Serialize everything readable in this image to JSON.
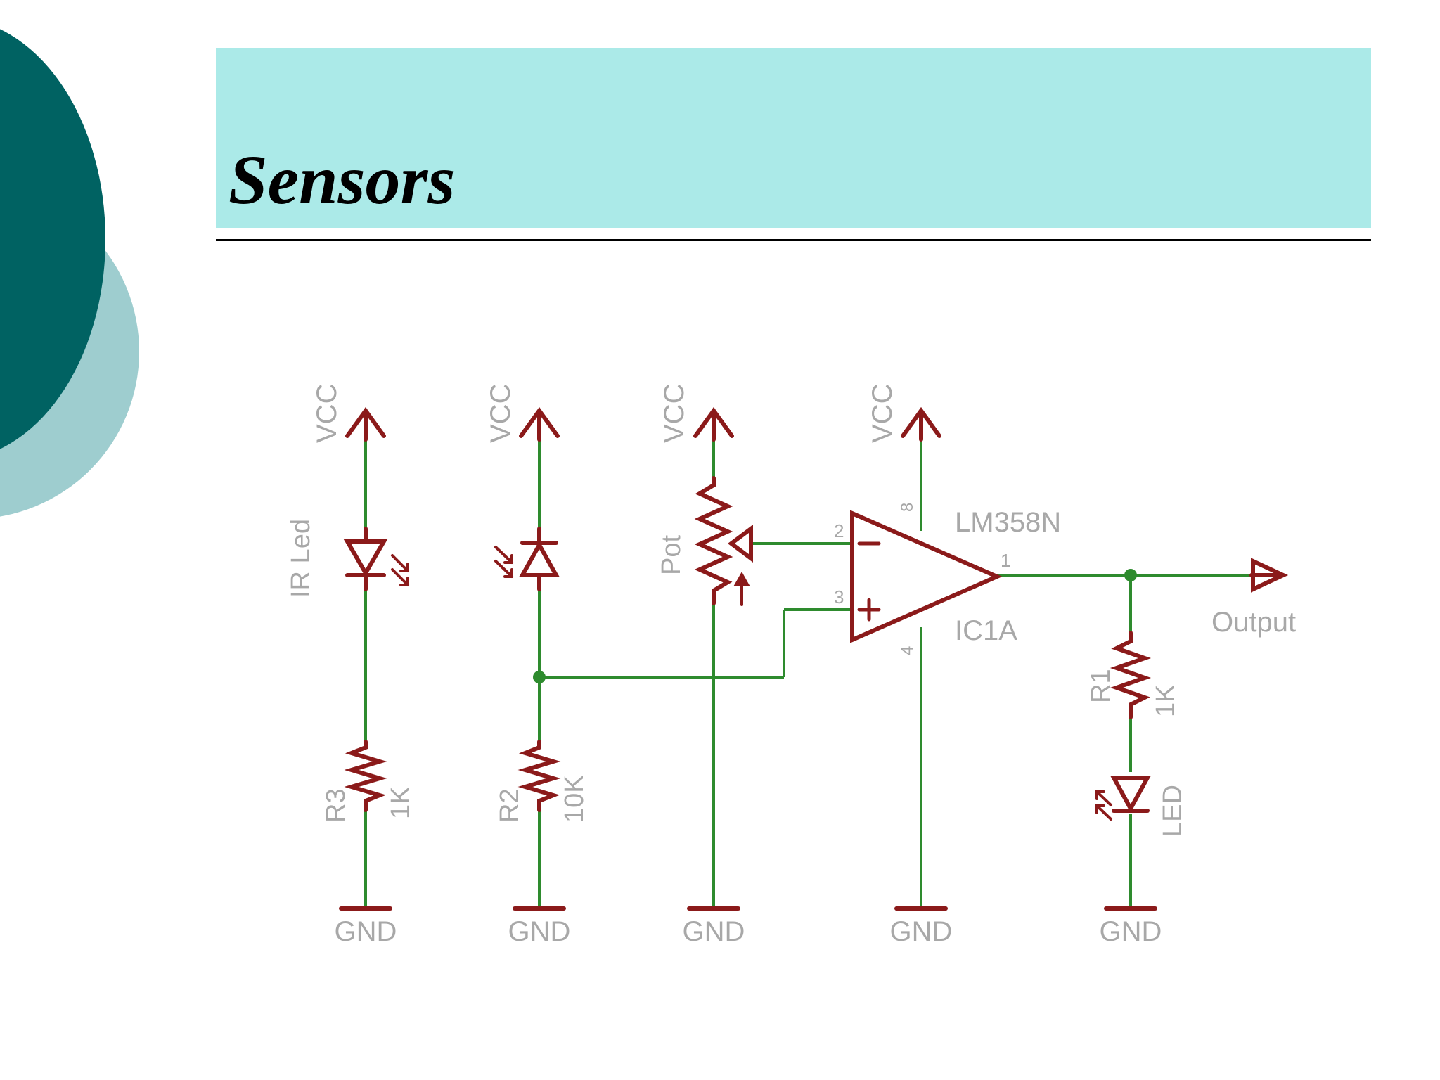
{
  "slide": {
    "title": "Sensors"
  },
  "schematic": {
    "supply_labels": [
      "VCC",
      "VCC",
      "VCC",
      "VCC"
    ],
    "ground_labels": [
      "GND",
      "GND",
      "GND",
      "GND",
      "GND"
    ],
    "components": {
      "ir_led": {
        "name": "IR Led"
      },
      "r3": {
        "name": "R3",
        "value": "1K"
      },
      "r2": {
        "name": "R2",
        "value": "10K"
      },
      "pot": {
        "name": "Pot"
      },
      "opamp": {
        "part": "LM358N",
        "ref": "IC1A",
        "pin_plus_supply": "8",
        "pin_inverting": "2",
        "pin_noninverting": "3",
        "pin_ground": "4",
        "pin_output": "1",
        "minus_sign": "−",
        "plus_sign": "+"
      },
      "r1": {
        "name": "R1",
        "value": "1K"
      },
      "led": {
        "name": "LED"
      }
    },
    "output_label": "Output"
  },
  "colors": {
    "circle_dark": "#006262",
    "circle_light": "#9ECDCF",
    "band": "#ABEAE8",
    "wire": "#2E8B2E",
    "component": "#8B1A1A",
    "label": "#a8a8a8"
  }
}
